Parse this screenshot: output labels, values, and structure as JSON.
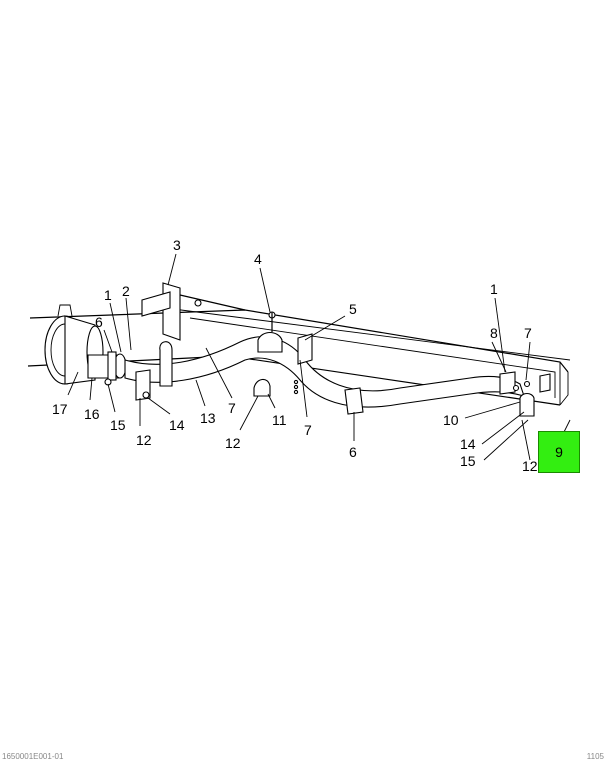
{
  "callouts": {
    "c3": "3",
    "c4": "4",
    "c5": "5",
    "c1a": "1",
    "c2": "2",
    "c6a": "6",
    "c1b": "1",
    "c8": "8",
    "c7a": "7",
    "c17": "17",
    "c16": "16",
    "c15a": "15",
    "c12a": "12",
    "c14a": "14",
    "c13": "13",
    "c7b": "7",
    "c11": "11",
    "c12b": "12",
    "c7c": "7",
    "c6b": "6",
    "c10": "10",
    "c14b": "14",
    "c15b": "15",
    "c12c": "12"
  },
  "highlighted_part": {
    "label": "9",
    "color": "#33ee11"
  },
  "footer": {
    "left": "1650001E001-01",
    "right": "1105"
  }
}
